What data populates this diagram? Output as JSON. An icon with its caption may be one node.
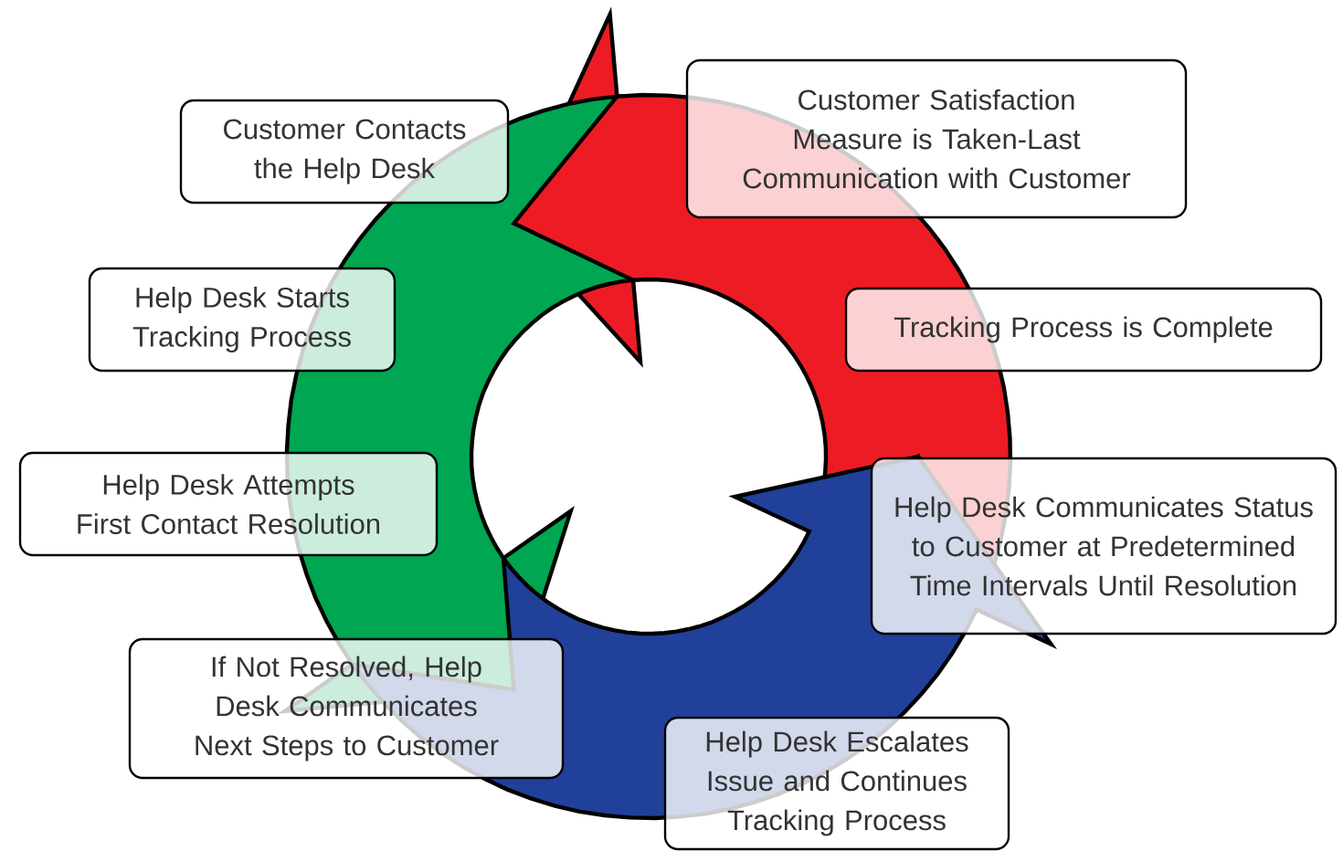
{
  "diagram": {
    "nodes": [
      {
        "text": [
          "Customer Contacts the Help Desk"
        ]
      },
      {
        "text": [
          "Customer Satisfaction Measure is Taken-Last Communication with Customer"
        ]
      },
      {
        "text": [
          "Help Desk Starts Tracking Process"
        ]
      },
      {
        "text": [
          "Tracking Process is Complete"
        ]
      },
      {
        "text": [
          "Help Desk Attempts First Contact Resolution"
        ]
      },
      {
        "text": [
          "Help Desk Communicates Status to Customer at Predetermined Time Intervals Until Resolution"
        ]
      },
      {
        "text": [
          "If Not Resolved, Help Desk Communicates Next Steps to Customer"
        ]
      },
      {
        "text": [
          "Help Desk Escalates Issue and Continues Tracking Process"
        ]
      }
    ]
  }
}
